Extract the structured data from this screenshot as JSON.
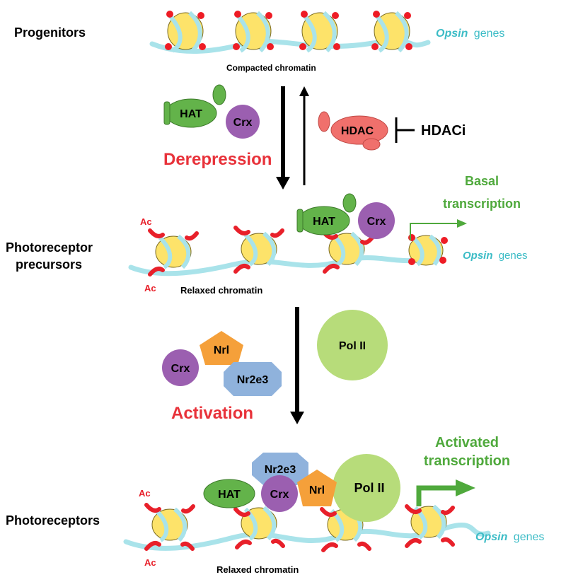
{
  "stages": {
    "progenitors": "Progenitors",
    "precursors_line1": "Photoreceptor",
    "precursors_line2": "precursors",
    "photoreceptors": "Photoreceptors"
  },
  "chromatin": {
    "compacted": "Compacted chromatin",
    "relaxed_1": "Relaxed chromatin",
    "relaxed_2": "Relaxed chromatin"
  },
  "genes": {
    "opsin_word": "Opsin",
    "genes_word": "genes"
  },
  "proteins": {
    "hat": "HAT",
    "crx": "Crx",
    "hdac": "HDAC",
    "hdaci": "HDACi",
    "nrl": "Nrl",
    "nr2e3": "Nr2e3",
    "pol2": "Pol II"
  },
  "processes": {
    "derepression": "Derepression",
    "activation": "Activation"
  },
  "transcription": {
    "basal_1": "Basal",
    "basal_2": "transcription",
    "activated_1": "Activated",
    "activated_2": "transcription"
  },
  "marks": {
    "acetyl": "Ac"
  },
  "colors": {
    "dna": "#a9e3ea",
    "histone": "#fde36a",
    "methyl_dot": "#ee1c25",
    "acetyl_tail": "#e8202a",
    "hat": "#63b34a",
    "crx": "#9b5fb0",
    "hdac": "#f0706c",
    "nrl": "#f5a03a",
    "nr2e3": "#8fb2dc",
    "pol2": "#b7dc7a",
    "process_red": "#e8323a",
    "transcription_green": "#4fa93c",
    "opsin_teal": "#3cbcc6"
  }
}
